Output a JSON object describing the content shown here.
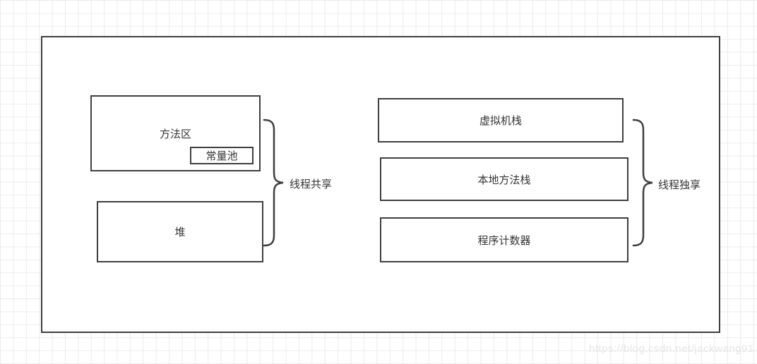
{
  "diagram": {
    "title_implicit": "JVM runtime memory areas",
    "shared_group": {
      "method_area_label": "方法区",
      "constant_pool_label": "常量池",
      "heap_label": "堆",
      "brace_label": "线程共享"
    },
    "exclusive_group": {
      "vm_stack_label": "虚拟机栈",
      "native_method_stack_label": "本地方法栈",
      "program_counter_label": "程序计数器",
      "brace_label": "线程独享"
    },
    "watermark": "https://blog.csdn.net/jackwang91",
    "colors": {
      "box_border": "#3f3f3f",
      "text": "#333333",
      "grid_line": "#ececec",
      "watermark_text": "#e6e6e6",
      "background": "#ffffff"
    }
  }
}
